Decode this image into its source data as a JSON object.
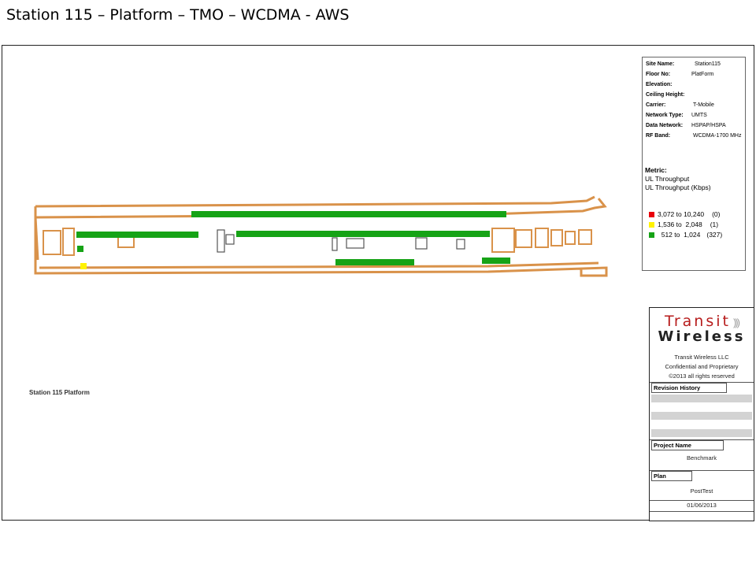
{
  "slide_title": "Station 115 – Platform – TMO – WCDMA - AWS",
  "site_info": [
    {
      "key": "Site Name:",
      "value": "Station115"
    },
    {
      "key": "Floor No:",
      "value": "PlatForm"
    },
    {
      "key": "Elevation:",
      "value": ""
    },
    {
      "key": "Ceiling Height:",
      "value": ""
    },
    {
      "key": "Carrier:",
      "value": "T-Mobile"
    },
    {
      "key": "Network Type:",
      "value": "UMTS"
    },
    {
      "key": "Data Network:",
      "value": "HSPAP/HSPA"
    },
    {
      "key": "RF Band:",
      "value": "WCDMA-1700 MHz"
    }
  ],
  "metric": {
    "heading": "Metric:",
    "line1": "UL Throughput",
    "line2": "UL Throughput (Kbps)"
  },
  "legend": [
    {
      "color": "#e8000a",
      "range": "3,072 to 10,240",
      "count": "(0)"
    },
    {
      "color": "#fff200",
      "range": "1,536 to  2,048",
      "count": "(1)"
    },
    {
      "color": "#16a316",
      "range": "  512 to  1,024",
      "count": "(327)"
    }
  ],
  "plan_label": "Station 115 Platform",
  "title_block": {
    "logo_top": "Transit",
    "logo_bottom": "Wireless",
    "company": "Transit Wireless LLC",
    "confidential": "Confidential and Proprietary",
    "copyright": "©2013 all rights reserved",
    "revision_label": "Revision History",
    "project_label": "Project Name",
    "project_value": "Benchmark",
    "plan_label": "Plan",
    "plan_value": "PostTest",
    "date": "01/06/2013"
  },
  "colors": {
    "wall": "#d9924a",
    "green": "#16a316",
    "yellow": "#fff200",
    "logo_red": "#b71c1c"
  }
}
